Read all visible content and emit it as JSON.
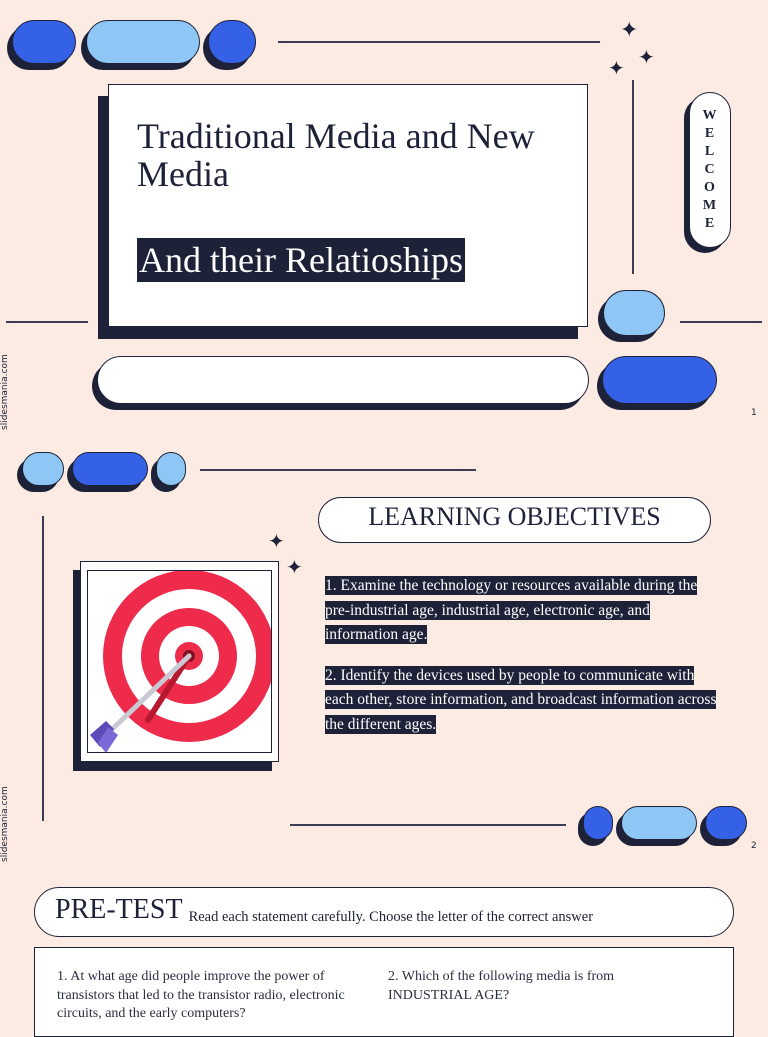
{
  "slide1": {
    "title": "Traditional Media and New Media",
    "subtitle": "And their Relatioships",
    "welcome_letters": [
      "W",
      "E",
      "L",
      "C",
      "O",
      "M",
      "E"
    ],
    "watermark": "slidesmania.com",
    "page_number": "1"
  },
  "slide2": {
    "heading": "LEARNING OBJECTIVES",
    "objectives": [
      "1. Examine the technology or resources available during the pre-industrial age, industrial age, electronic age, and information age.",
      "2. Identify the devices used by people to communicate with each other, store information, and broadcast information across the different ages."
    ],
    "watermark": "slidesmania.com",
    "page_number": "2",
    "image_icon": "target-arrow-icon"
  },
  "slide3": {
    "title": "PRE-TEST",
    "instruction": "Read each statement carefully. Choose the letter of the correct answer",
    "questions": [
      "1. At what age did people improve the power of transistors that led to the transistor radio, electronic circuits, and the early computers?",
      "2. Which of the following media is from INDUSTRIAL AGE?"
    ]
  },
  "colors": {
    "background": "#fcebe3",
    "navy": "#1e2238",
    "blue": "#3561e6",
    "light_blue": "#8ec7f5",
    "target_red": "#ef2b4b"
  }
}
